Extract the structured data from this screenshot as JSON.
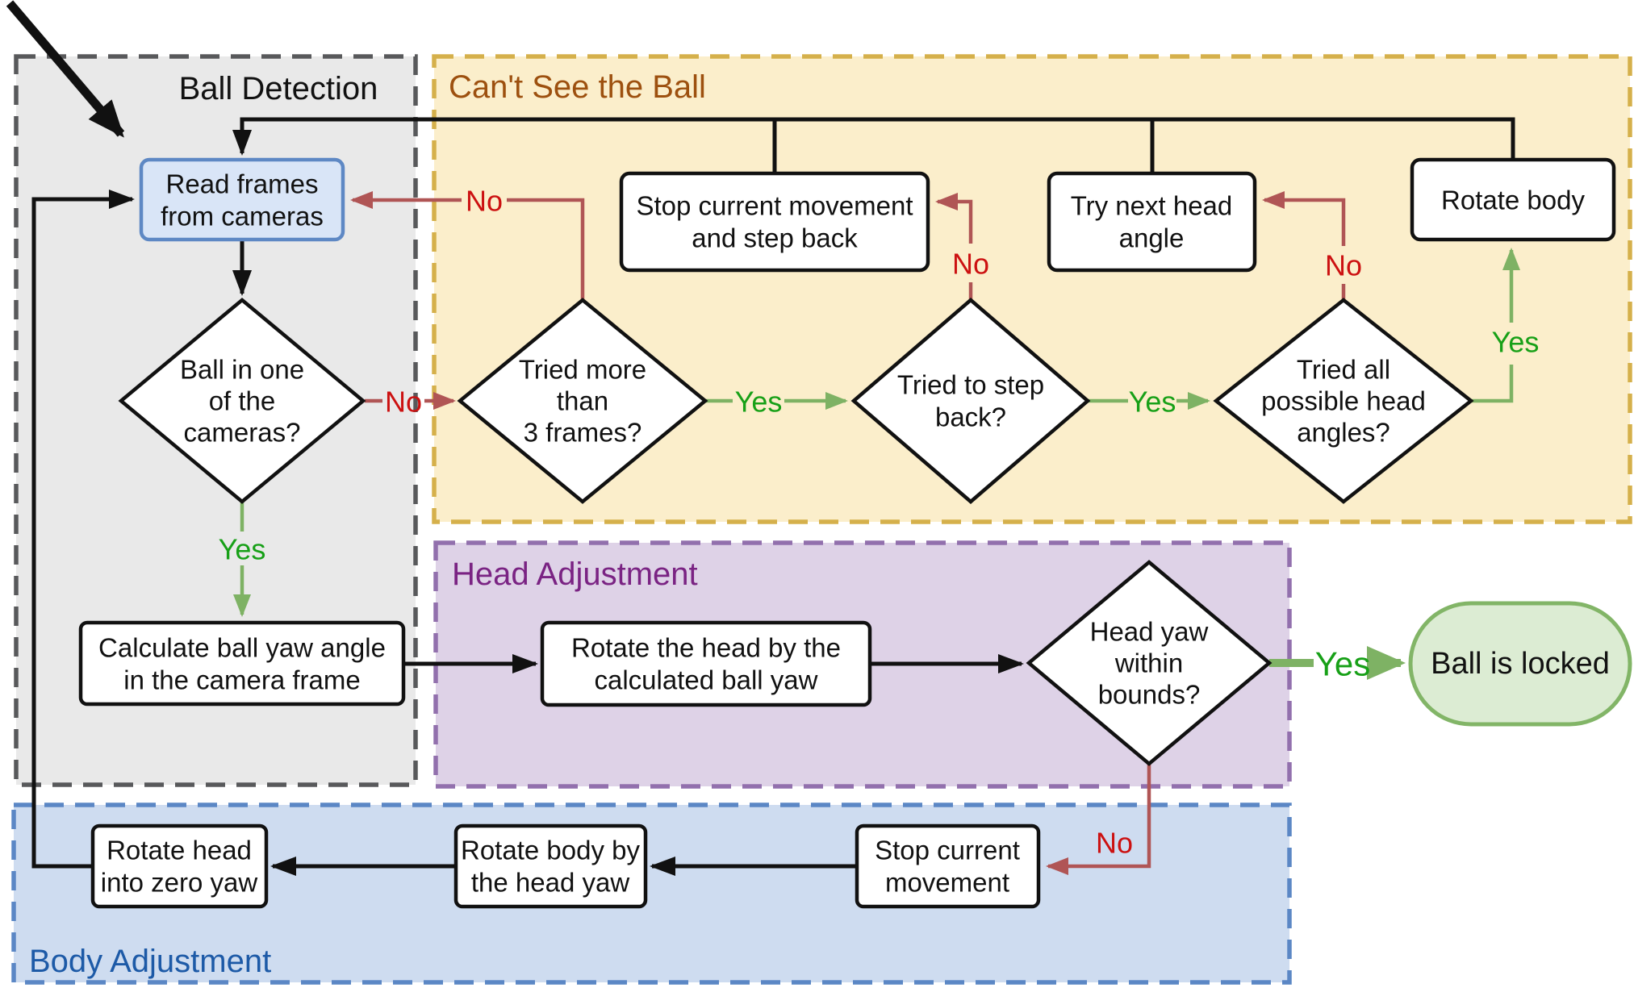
{
  "regions": {
    "ball_detection": {
      "title": "Ball Detection"
    },
    "cant_see_ball": {
      "title": "Can't See the Ball"
    },
    "head_adjustment": {
      "title": "Head Adjustment"
    },
    "body_adjustment": {
      "title": "Body Adjustment"
    }
  },
  "nodes": {
    "read_frames": {
      "lines": [
        "Read frames",
        "from cameras"
      ]
    },
    "ball_in_cameras": {
      "lines": [
        "Ball in one",
        "of the",
        "cameras?"
      ]
    },
    "calc_ball_yaw": {
      "lines": [
        "Calculate ball yaw angle",
        "in the camera frame"
      ]
    },
    "tried_3_frames": {
      "lines": [
        "Tried more",
        "than",
        "3 frames?"
      ]
    },
    "stop_and_step_back": {
      "lines": [
        "Stop current movement",
        "and step back"
      ]
    },
    "tried_step_back": {
      "lines": [
        "Tried to step",
        "back?"
      ]
    },
    "try_next_head_angle": {
      "lines": [
        "Try next head",
        "angle"
      ]
    },
    "tried_all_angles": {
      "lines": [
        "Tried all",
        "possible head",
        "angles?"
      ]
    },
    "rotate_body": {
      "lines": [
        "Rotate body"
      ]
    },
    "rotate_head_by_yaw": {
      "lines": [
        "Rotate the head by the",
        "calculated ball yaw"
      ]
    },
    "head_yaw_in_bounds": {
      "lines": [
        "Head yaw",
        "within",
        "bounds?"
      ]
    },
    "ball_is_locked": {
      "lines": [
        "Ball is locked"
      ]
    },
    "stop_current_movement": {
      "lines": [
        "Stop current",
        "movement"
      ]
    },
    "rotate_body_by_head_yaw": {
      "lines": [
        "Rotate body by",
        "the head yaw"
      ]
    },
    "rotate_head_zero_yaw": {
      "lines": [
        "Rotate head",
        "into zero yaw"
      ]
    }
  },
  "labels": {
    "ball_no": "No",
    "ball_yes": "Yes",
    "frames_no": "No",
    "frames_yes": "Yes",
    "stepback_no": "No",
    "stepback_yes": "Yes",
    "angles_no": "No",
    "angles_yes": "Yes",
    "bounds_yes": "Yes",
    "bounds_no": "No"
  },
  "colors": {
    "gray_fill": "#e9e9e9",
    "gray_border": "#58595b",
    "yellow_fill": "#fbeecb",
    "yellow_border": "#d5b04b",
    "purple_fill": "#ded2e7",
    "purple_border": "#9270ad",
    "blue_fill": "#cedcf0",
    "blue_border": "#5b87c5",
    "readframes_fill": "#d9e5f7",
    "readframes_border": "#5e88c4",
    "locked_fill": "#dcecd3",
    "locked_border": "#82b567",
    "red_edge": "#b05555",
    "green_edge": "#7eb264",
    "no_text": "#cc1111",
    "yes_text": "#17a017",
    "ball_det_title": "#111111",
    "cant_see_title": "#9d500f",
    "head_adj_title": "#7a2383",
    "body_adj_title": "#1d5aa7"
  }
}
